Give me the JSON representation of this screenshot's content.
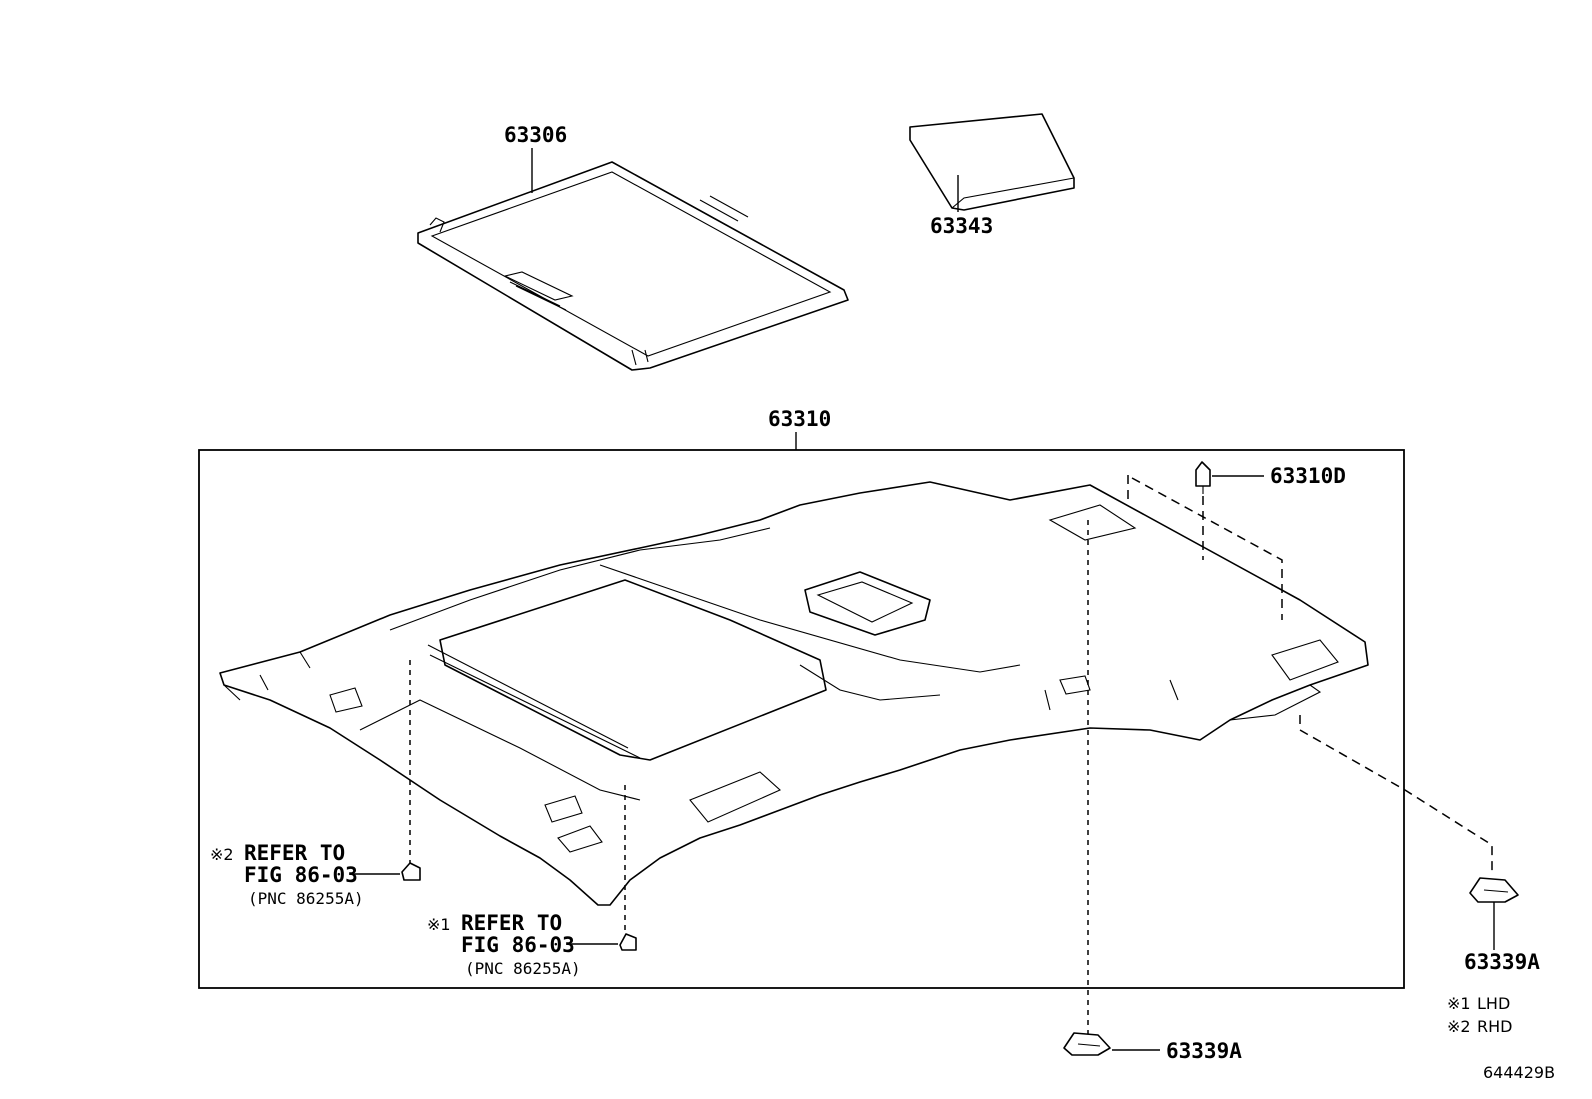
{
  "figure_id": "644429B",
  "parts": {
    "sunshade": "63306",
    "pad": "63343",
    "headliner": "63310",
    "clip": "63310D",
    "holder_right": "63339A",
    "holder_bottom": "63339A"
  },
  "refs": {
    "rhd": {
      "mark": "※2",
      "line1": "REFER TO",
      "line2": "FIG 86-03",
      "line3": "(PNC 86255A)"
    },
    "lhd": {
      "mark": "※1",
      "line1": "REFER TO",
      "line2": "FIG 86-03",
      "line3": "(PNC 86255A)"
    }
  },
  "legend": [
    {
      "mark": "※1",
      "text": "LHD"
    },
    {
      "mark": "※2",
      "text": "RHD"
    }
  ]
}
